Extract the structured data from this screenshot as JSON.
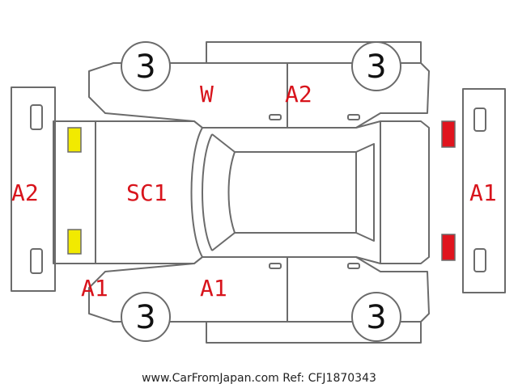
{
  "colors": {
    "damage_label": "#d8141c",
    "yellow_lamp": "#f2ea00",
    "red_lamp": "#e0141e",
    "outline": "#6b6b6b"
  },
  "tires": {
    "front_left": "3",
    "front_right": "3",
    "rear_left": "3",
    "rear_right": "3"
  },
  "labels": {
    "front_bumper": "A2",
    "hood": "SC1",
    "rear_bumper": "A1",
    "windshield": "W",
    "roof_panel_top": "A2",
    "front_corner_bottom": "A1",
    "pillar_bottom": "A1"
  },
  "footer": {
    "watermark": "www.CarFromJapan.com Ref: CFJ1870343"
  }
}
